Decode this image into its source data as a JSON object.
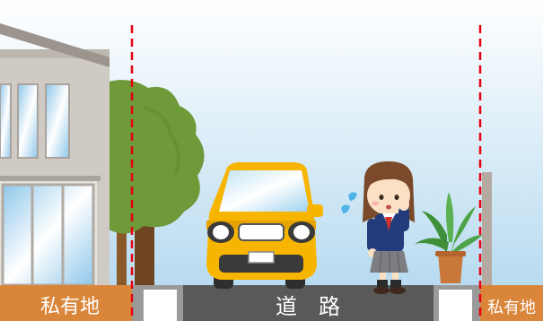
{
  "labels": {
    "private_land_left": "私有地",
    "road": "道　路",
    "private_land_right": "私有地"
  },
  "colors": {
    "sky_top": "#ffffff",
    "sky_bottom": "#b9dcf0",
    "boundary_line": "#e60012",
    "private_land": "#d9863a",
    "road": "#595959",
    "curb": "#d0d0d0",
    "car_body": "#f8b500",
    "tree": "#6f9a3a",
    "house_wall": "#cfcac4"
  }
}
